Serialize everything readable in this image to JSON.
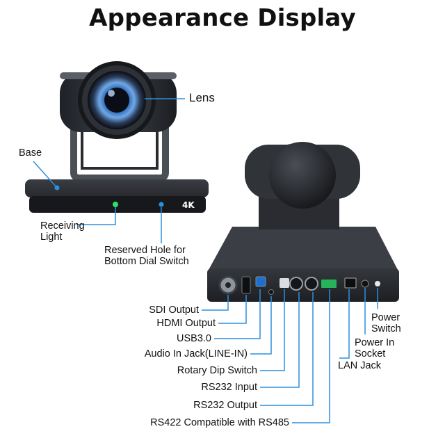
{
  "title": "Appearance Display",
  "front": {
    "badge": "4K",
    "labels": {
      "lens": "Lens",
      "base": "Base",
      "receiving_light": "Receiving\nLight",
      "reserved_hole": "Reserved Hole for\nBottom Dial Switch"
    }
  },
  "rear": {
    "labels": {
      "sdi_output": "SDI Output",
      "hdmi_output": "HDMI Output",
      "usb3": "USB3.0",
      "audio_in": "Audio In Jack(LINE-IN)",
      "rotary_dip": "Rotary Dip Switch",
      "rs232_input": "RS232 Input",
      "rs232_output": "RS232 Output",
      "rs422": "RS422 Compatible with RS485",
      "power_switch": "Power\nSwitch",
      "power_in": "Power In\nSocket",
      "lan_jack": "LAN Jack"
    }
  },
  "colors": {
    "callout": "#2b8fe0",
    "body": "#2c2f34",
    "accent_led": "#2ee06a"
  }
}
